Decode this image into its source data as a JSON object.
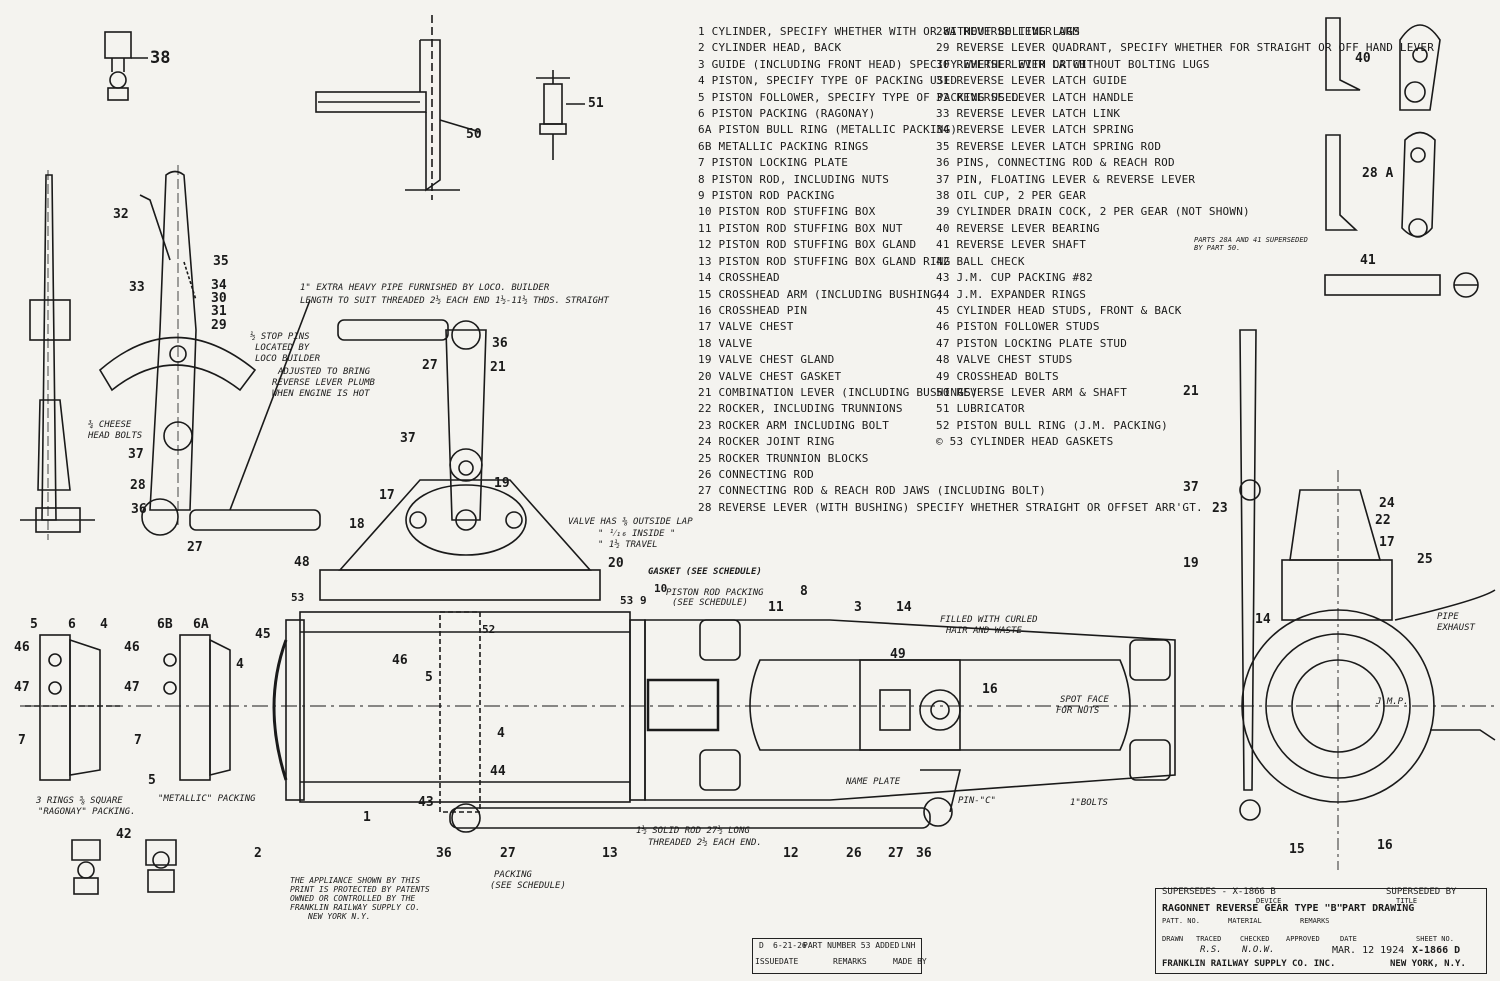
{
  "parts_list_left": [
    "1 CYLINDER, SPECIFY WHETHER WITH OR WITHOUT BOLTING LUGS",
    "2 CYLINDER HEAD, BACK",
    "3 GUIDE (INCLUDING FRONT HEAD) SPECIFY WHETHER WITH OR WITHOUT BOLTING LUGS",
    "4 PISTON, SPECIFY TYPE OF PACKING USED",
    "5 PISTON FOLLOWER, SPECIFY TYPE OF PACKING USED",
    "6 PISTON PACKING (RAGONAY)",
    "6A PISTON BULL RING (METALLIC PACKING)",
    "6B METALLIC PACKING RINGS",
    "7 PISTON LOCKING PLATE",
    "8 PISTON ROD, INCLUDING NUTS",
    "9 PISTON ROD PACKING",
    "10 PISTON ROD STUFFING BOX",
    "11 PISTON ROD STUFFING BOX NUT",
    "12 PISTON ROD STUFFING BOX GLAND",
    "13 PISTON ROD STUFFING BOX GLAND RING",
    "14 CROSSHEAD",
    "15 CROSSHEAD ARM (INCLUDING BUSHING)",
    "16 CROSSHEAD PIN",
    "17 VALVE CHEST",
    "18 VALVE",
    "19 VALVE CHEST GLAND",
    "20 VALVE CHEST GASKET",
    "21 COMBINATION LEVER (INCLUDING BUSHINGS)",
    "22 ROCKER, INCLUDING TRUNNIONS",
    "23 ROCKER ARM INCLUDING BOLT",
    "24 ROCKER JOINT RING",
    "25 ROCKER TRUNNION BLOCKS",
    "26 CONNECTING ROD",
    "27 CONNECTING ROD & REACH ROD JAWS (INCLUDING BOLT)",
    "28 REVERSE LEVER (WITH BUSHING) SPECIFY WHETHER STRAIGHT OR OFFSET ARR'GT."
  ],
  "parts_list_right": [
    "28A REVERSE LEVER ARM",
    "29 REVERSE LEVER QUADRANT, SPECIFY WHETHER FOR STRAIGHT OR OFF HAND LEVER",
    "30 REVERSE LEVER LATCH",
    "31 REVERSE LEVER LATCH GUIDE",
    "32 REVERSE LEVER LATCH HANDLE",
    "33 REVERSE LEVER LATCH LINK",
    "34 REVERSE LEVER LATCH SPRING",
    "35 REVERSE LEVER LATCH SPRING ROD",
    "36 PINS, CONNECTING ROD & REACH ROD",
    "37 PIN, FLOATING LEVER & REVERSE LEVER",
    "38 OIL CUP, 2 PER GEAR",
    "39 CYLINDER DRAIN COCK, 2 PER GEAR (NOT SHOWN)",
    "40 REVERSE LEVER BEARING",
    "41 REVERSE LEVER SHAFT",
    "42 BALL CHECK",
    "43 J.M. CUP PACKING #82",
    "44 J.M. EXPANDER RINGS",
    "45 CYLINDER HEAD STUDS, FRONT & BACK",
    "46 PISTON FOLLOWER STUDS",
    "47 PISTON LOCKING PLATE STUD",
    "48 VALVE CHEST STUDS",
    "49 CROSSHEAD BOLTS",
    "50 REVERSE LEVER ARM & SHAFT",
    "51 LUBRICATOR",
    "52 PISTON BULL RING (J.M. PACKING)",
    "© 53 CYLINDER HEAD GASKETS"
  ],
  "notes": {
    "pipe": "1\" EXTRA HEAVY PIPE FURNISHED BY LOCO. BUILDER",
    "pipe2": "LENGTH TO SUIT THREADED 2½ EACH END 1½-11½ THDS. STRAIGHT",
    "stop1": "½ STOP PINS",
    "stop2": "LOCATED BY",
    "stop3": "LOCO BUILDER",
    "adj1": "ADJUSTED TO BRING",
    "adj2": "REVERSE LEVER PLUMB",
    "adj3": "WHEN ENGINE IS HOT",
    "cheese1": "¾ CHEESE",
    "cheese2": "HEAD BOLTS",
    "valve": "VALVE HAS ⅜ OUTSIDE LAP",
    "inside": "\" ¹⁄₁₆ INSIDE \"",
    "travel": "\" 1½ TRAVEL",
    "gasket": "GASKET (SEE SCHEDULE)",
    "prp1": "PISTON ROD PACKING",
    "prp2": "(SEE SCHEDULE)",
    "filled1": "FILLED WITH CURLED",
    "filled2": "HAIR AND WASTE",
    "spot1": "SPOT FACE",
    "spot2": "FOR NUTS",
    "pipe_ex1": "PIPE",
    "pipe_ex2": "EXHAUST",
    "jmp": "J.M.P.",
    "name_plate": "NAME PLATE",
    "pin": "PIN-\"C\"",
    "bolts": "1\"BOLTS",
    "solid1": "1½ SOLID ROD 27½ LONG",
    "solid2": "THREADED 2½ EACH END.",
    "packing1": "PACKING",
    "packing2": "(SEE SCHEDULE)",
    "rings1": "3 RINGS ⅝ SQUARE",
    "rings2": "\"RAGONAY\" PACKING.",
    "metallic": "\"METALLIC\" PACKING",
    "patent1": "THE APPLIANCE SHOWN BY THIS",
    "patent2": "PRINT IS PROTECTED BY PATENTS",
    "patent3": "OWNED OR CONTROLLED BY THE",
    "patent4": "FRANKLIN RAILWAY SUPPLY CO.",
    "patent5": "NEW YORK N.Y.",
    "superseded_parts1": "PARTS 28A AND 41 SUPERSEDED",
    "superseded_parts2": "BY PART 50."
  },
  "callouts": {
    "c38": "38",
    "c50": "50",
    "c51": "51",
    "c32": "32",
    "c35": "35",
    "c33": "33",
    "c34": "34",
    "c30": "30",
    "c31": "31",
    "c29": "29",
    "c36a": "36",
    "c27a": "27",
    "c21a": "21",
    "c37a": "37",
    "c28": "28",
    "c37b": "37",
    "c36b": "36",
    "c27b": "27",
    "c17": "17",
    "c19": "19",
    "c18": "18",
    "c48": "48",
    "c53a": "53",
    "c45": "45",
    "c20": "20",
    "c10": "10",
    "c9": "9",
    "c53b": "53",
    "c11": "11",
    "c8": "8",
    "c3": "3",
    "c14": "14",
    "c52": "52",
    "c46a": "46",
    "c5a": "5",
    "c49": "49",
    "c16a": "16",
    "c4a": "4",
    "c44": "44",
    "c43": "43",
    "c1": "1",
    "c2": "2",
    "c36c": "36",
    "c27c": "27",
    "c13": "13",
    "c12": "12",
    "c26": "26",
    "c27d": "27",
    "c36d": "36",
    "c5b": "5",
    "c6": "6",
    "c4b": "4",
    "c46b": "46",
    "c47a": "47",
    "c7a": "7",
    "c6b": "6B",
    "c6a": "6A",
    "c46c": "46",
    "c4c": "4",
    "c47b": "47",
    "c7b": "7",
    "c5c": "5",
    "c42": "42",
    "c40": "40",
    "c28a": "28 A",
    "c41": "41",
    "c21b": "21",
    "c37c": "37",
    "c23": "23",
    "c24": "24",
    "c22": "22",
    "c17b": "17",
    "c19b": "19",
    "c25": "25",
    "c14b": "14",
    "c15": "15",
    "c16b": "16"
  },
  "title_block": {
    "supersedes": "SUPERSEDES - X-1866 B",
    "superseded_by": "SUPERSEDED BY",
    "device_label": "DEVICE",
    "title_label": "TITLE",
    "device": "RAGONNET REVERSE GEAR TYPE \"B\"",
    "title": "PART DRAWING",
    "patt_no": "PATT. NO.",
    "material": "MATERIAL",
    "remarks": "REMARKS",
    "drawn": "DRAWN",
    "traced": "TRACED",
    "checked": "CHECKED",
    "approved": "APPROVED",
    "date_label": "DATE",
    "sheet_no": "SHEET NO.",
    "traced_by": "R.S.",
    "checked_by": "N.O.W.",
    "date": "MAR. 12 1924",
    "sheet": "X-1866 D",
    "company": "FRANKLIN RAILWAY SUPPLY CO. INC.",
    "city": "NEW YORK, N.Y."
  },
  "revision_block": {
    "letter": "D",
    "date": "6-21-26",
    "remark": "PART NUMBER 53 ADDED",
    "by": "LNH",
    "issue": "ISSUE",
    "date_label": "DATE",
    "remarks_label": "REMARKS",
    "made_by": "MADE BY"
  }
}
